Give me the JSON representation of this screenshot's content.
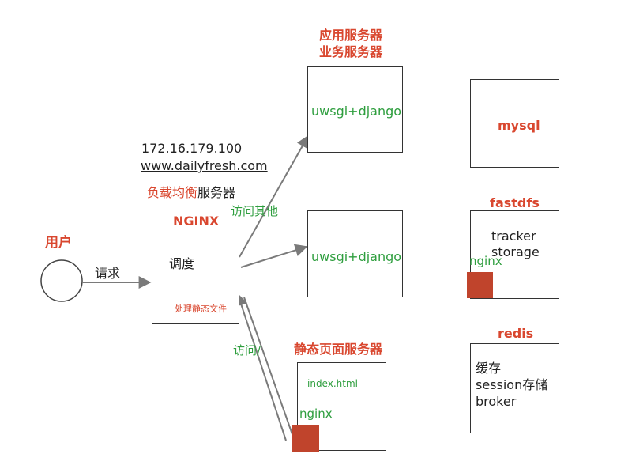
{
  "colors": {
    "heading_red": "#d9472f",
    "label_green": "#2e9e3e",
    "nginx_square": "#c0442c",
    "line_gray": "#7a7a7a"
  },
  "user": {
    "label": "用户",
    "request_label": "请求"
  },
  "lb": {
    "ip": "172.16.179.100",
    "domain": "www.dailyfresh.com",
    "title_red": "负载均衡",
    "title_black": "服务器",
    "name": "NGINX",
    "schedule": "调度",
    "static_handling": "处理静态文件",
    "access_other": "访问其他",
    "access_label": "访问/"
  },
  "app": {
    "title_line1": "应用服务器",
    "title_line2": "业务服务器",
    "server1": "uwsgi+django",
    "server2": "uwsgi+django"
  },
  "static_server": {
    "title": "静态页面服务器",
    "file": "index.html",
    "nginx": "nginx"
  },
  "mysql": {
    "label": "mysql"
  },
  "fastdfs": {
    "title": "fastdfs",
    "line1": "tracker",
    "line2": "storage",
    "nginx": "nginx"
  },
  "redis": {
    "title": "redis",
    "line1": "缓存",
    "line2": "session存储",
    "line3": "broker"
  }
}
